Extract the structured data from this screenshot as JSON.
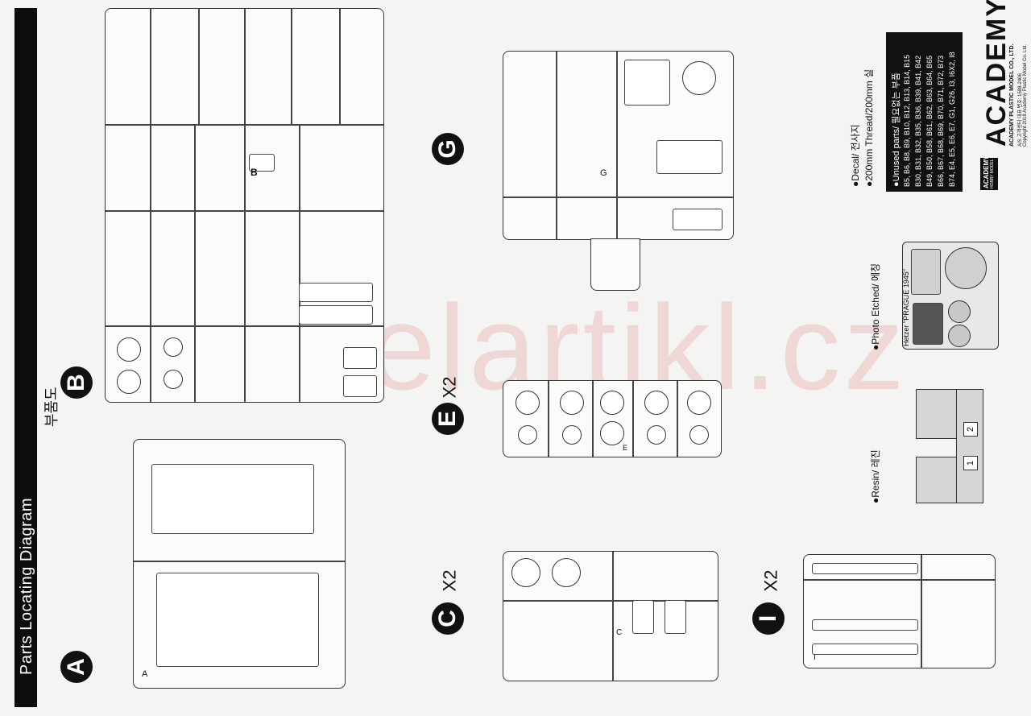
{
  "header": {
    "title": "Parts Locating Diagram",
    "title_korean": "부품도"
  },
  "sprues": [
    {
      "letter": "A",
      "multiplier": "",
      "label": "A"
    },
    {
      "letter": "B",
      "multiplier": "",
      "label": "B"
    },
    {
      "letter": "C",
      "multiplier": "X2",
      "label": "C"
    },
    {
      "letter": "E",
      "multiplier": "X2",
      "label": "E"
    },
    {
      "letter": "G",
      "multiplier": "",
      "label": "G"
    },
    {
      "letter": "I",
      "multiplier": "X2",
      "label": "I"
    }
  ],
  "watermark": "modelartikl.cz",
  "legend": {
    "decal": "●Decal/ 전사지",
    "thread": "●200mm Thread/200mm 실",
    "photo_etched": "●Photo Etched/ 에칭",
    "resin": "●Resin/ 레진",
    "unused_title": "●Unused parts/ 필요없는 부품",
    "unused_lines": [
      "B5, B6, B8, B9, B10, B12, B13, B14, B15",
      "B30, B31, B32, B35, B36, B39, B41, B42",
      "B49, B50, B58, B61, B62, B63, B64, B65",
      "B66, B67, B68, B69, B70, B71, B72, B73",
      "B74, E4, E5, E6, E7, G1, G26, I3, I6X2, I8"
    ]
  },
  "photo_etched_label": "Hetzer \"PRAGUE 1945\"",
  "resin_numbers": [
    "1",
    "2"
  ],
  "brand": {
    "name": "ACADEMY",
    "company": "ACADEMY PLASTIC MODEL CO., LTD.",
    "service": "A/S 고객센터 대표 번호: 1588-2406",
    "copyright": "Copyright 2018 Academy Plastic Model Co. Ltd.",
    "badge": "ACADEMY",
    "badge_sub": "HOBBY MODEL KITS"
  }
}
